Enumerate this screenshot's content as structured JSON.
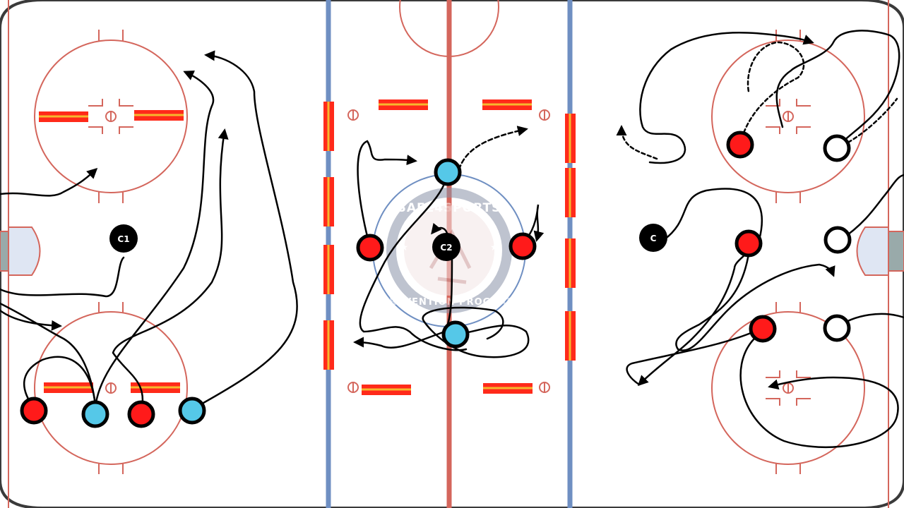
{
  "diagram": {
    "type": "hockey-rink-drill",
    "colors": {
      "ice": "#ffffff",
      "boards": "#3a3a3a",
      "red_line": "#d4665c",
      "blue_line": "#6f8fc2",
      "circle": "#d4665c",
      "crease": "#dfe6f3",
      "hash_fill": "#ff2a1a",
      "hash_stripe": "#f5b82e",
      "player_red": "#ff1a1a",
      "player_blue": "#55c8e8",
      "player_white": "#ffffff",
      "coach": "#000000",
      "path": "#000000"
    },
    "watermark": {
      "top_text": "SAFE4SPORTS",
      "bottom_text": "PREVENTION PROGRAM"
    },
    "coaches": [
      {
        "id": "c1",
        "label": "C1"
      },
      {
        "id": "c2",
        "label": "C2"
      },
      {
        "id": "c3",
        "label": "C"
      }
    ],
    "players": [
      {
        "id": "p1",
        "team": "red"
      },
      {
        "id": "p2",
        "team": "blue"
      },
      {
        "id": "p3",
        "team": "red"
      },
      {
        "id": "p4",
        "team": "blue"
      },
      {
        "id": "p5",
        "team": "blue"
      },
      {
        "id": "p6",
        "team": "red"
      },
      {
        "id": "p7",
        "team": "red"
      },
      {
        "id": "p8",
        "team": "blue"
      },
      {
        "id": "p9",
        "team": "red"
      },
      {
        "id": "p10",
        "team": "white"
      },
      {
        "id": "p11",
        "team": "red"
      },
      {
        "id": "p12",
        "team": "white"
      },
      {
        "id": "p13",
        "team": "red"
      },
      {
        "id": "p14",
        "team": "white"
      }
    ]
  }
}
